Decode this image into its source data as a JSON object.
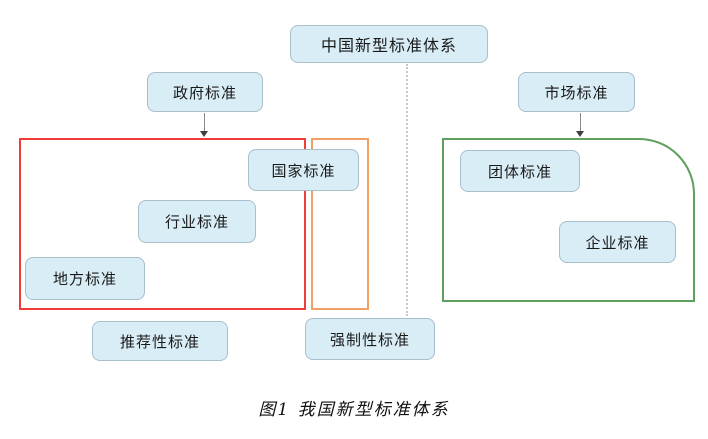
{
  "diagram": {
    "nodes": {
      "root": {
        "label": "中国新型标准体系"
      },
      "government": {
        "label": "政府标准"
      },
      "market": {
        "label": "市场标准"
      },
      "national": {
        "label": "国家标准"
      },
      "industry": {
        "label": "行业标准"
      },
      "local": {
        "label": "地方标准"
      },
      "recommended": {
        "label": "推荐性标准"
      },
      "mandatory": {
        "label": "强制性标准"
      },
      "group": {
        "label": "团体标准"
      },
      "enterprise": {
        "label": "企业标准"
      }
    },
    "colors": {
      "node_fill": "#d9edf6",
      "node_border": "#a7becb",
      "government_frame_border": "#f23b3b",
      "mandatory_frame_border": "#f2a165",
      "market_frame_border": "#5f9f5f",
      "dotted_connector": "#c8c8c8",
      "arrow": "#3f3f3f"
    }
  },
  "caption": "图1  我国新型标准体系"
}
